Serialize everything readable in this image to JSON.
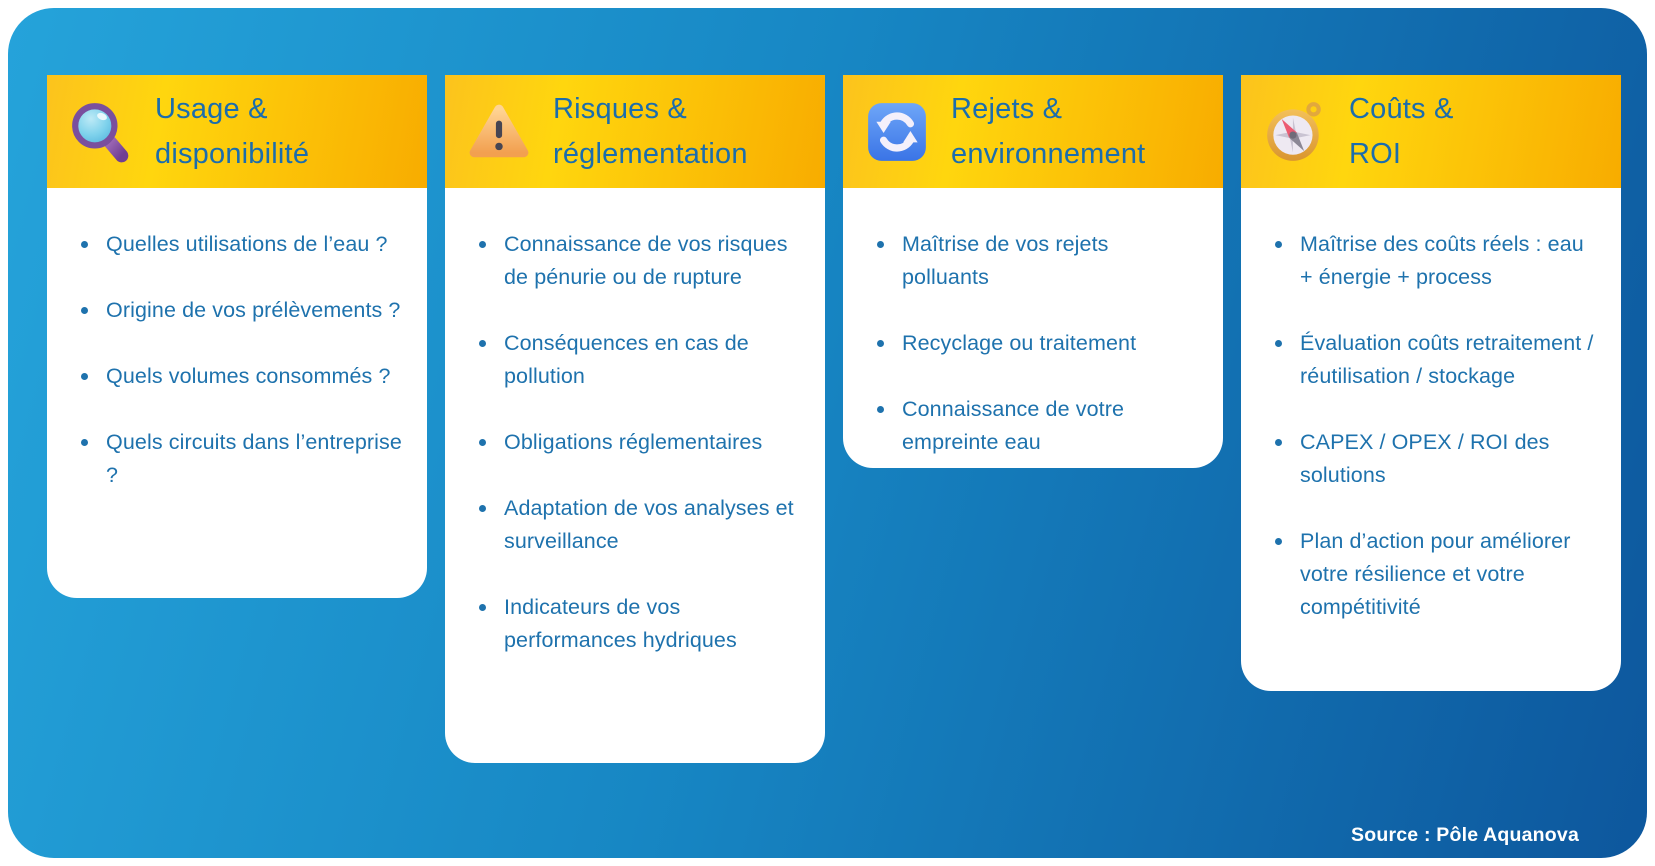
{
  "source_label": "Source : Pôle Aquanova",
  "colors": {
    "background_gradient_left": "#25a3da",
    "background_gradient_right": "#0d579d",
    "header_gradient_yellow": "#ffd60e",
    "header_gradient_amber": "#f8ac00",
    "title_blue": "#1b6dad",
    "bullet_blue": "#1e72ad",
    "card_white": "#ffffff"
  },
  "columns": [
    {
      "icon": "magnifier-icon",
      "title_line1": "Usage &",
      "title_line2": "disponibilité",
      "items": [
        "Quelles utilisations de l’eau ?",
        "Origine de vos prélèvements ?",
        "Quels volumes consommés ?",
        "Quels circuits dans l’entreprise ?"
      ]
    },
    {
      "icon": "warning-icon",
      "title_line1": "Risques &",
      "title_line2": "réglementation",
      "items": [
        "Connaissance de vos risques de pénurie ou de rupture",
        "Conséquences en cas de pollution",
        "Obligations réglementaires",
        "Adaptation de vos analyses et surveillance",
        "Indicateurs de vos performances hydriques"
      ]
    },
    {
      "icon": "recycle-arrows-icon",
      "title_line1": "Rejets &",
      "title_line2": "environnement",
      "items": [
        "Maîtrise de vos rejets polluants",
        "Recyclage ou traitement",
        "Connaissance de votre empreinte eau"
      ]
    },
    {
      "icon": "compass-icon",
      "title_line1": "Coûts &",
      "title_line2": "ROI",
      "items": [
        "Maîtrise des coûts réels : eau + énergie + process",
        "Évaluation coûts retraitement / réutilisation / stockage",
        "CAPEX / OPEX / ROI des solutions",
        "Plan d’action pour améliorer votre résilience et votre compétitivité"
      ]
    }
  ]
}
